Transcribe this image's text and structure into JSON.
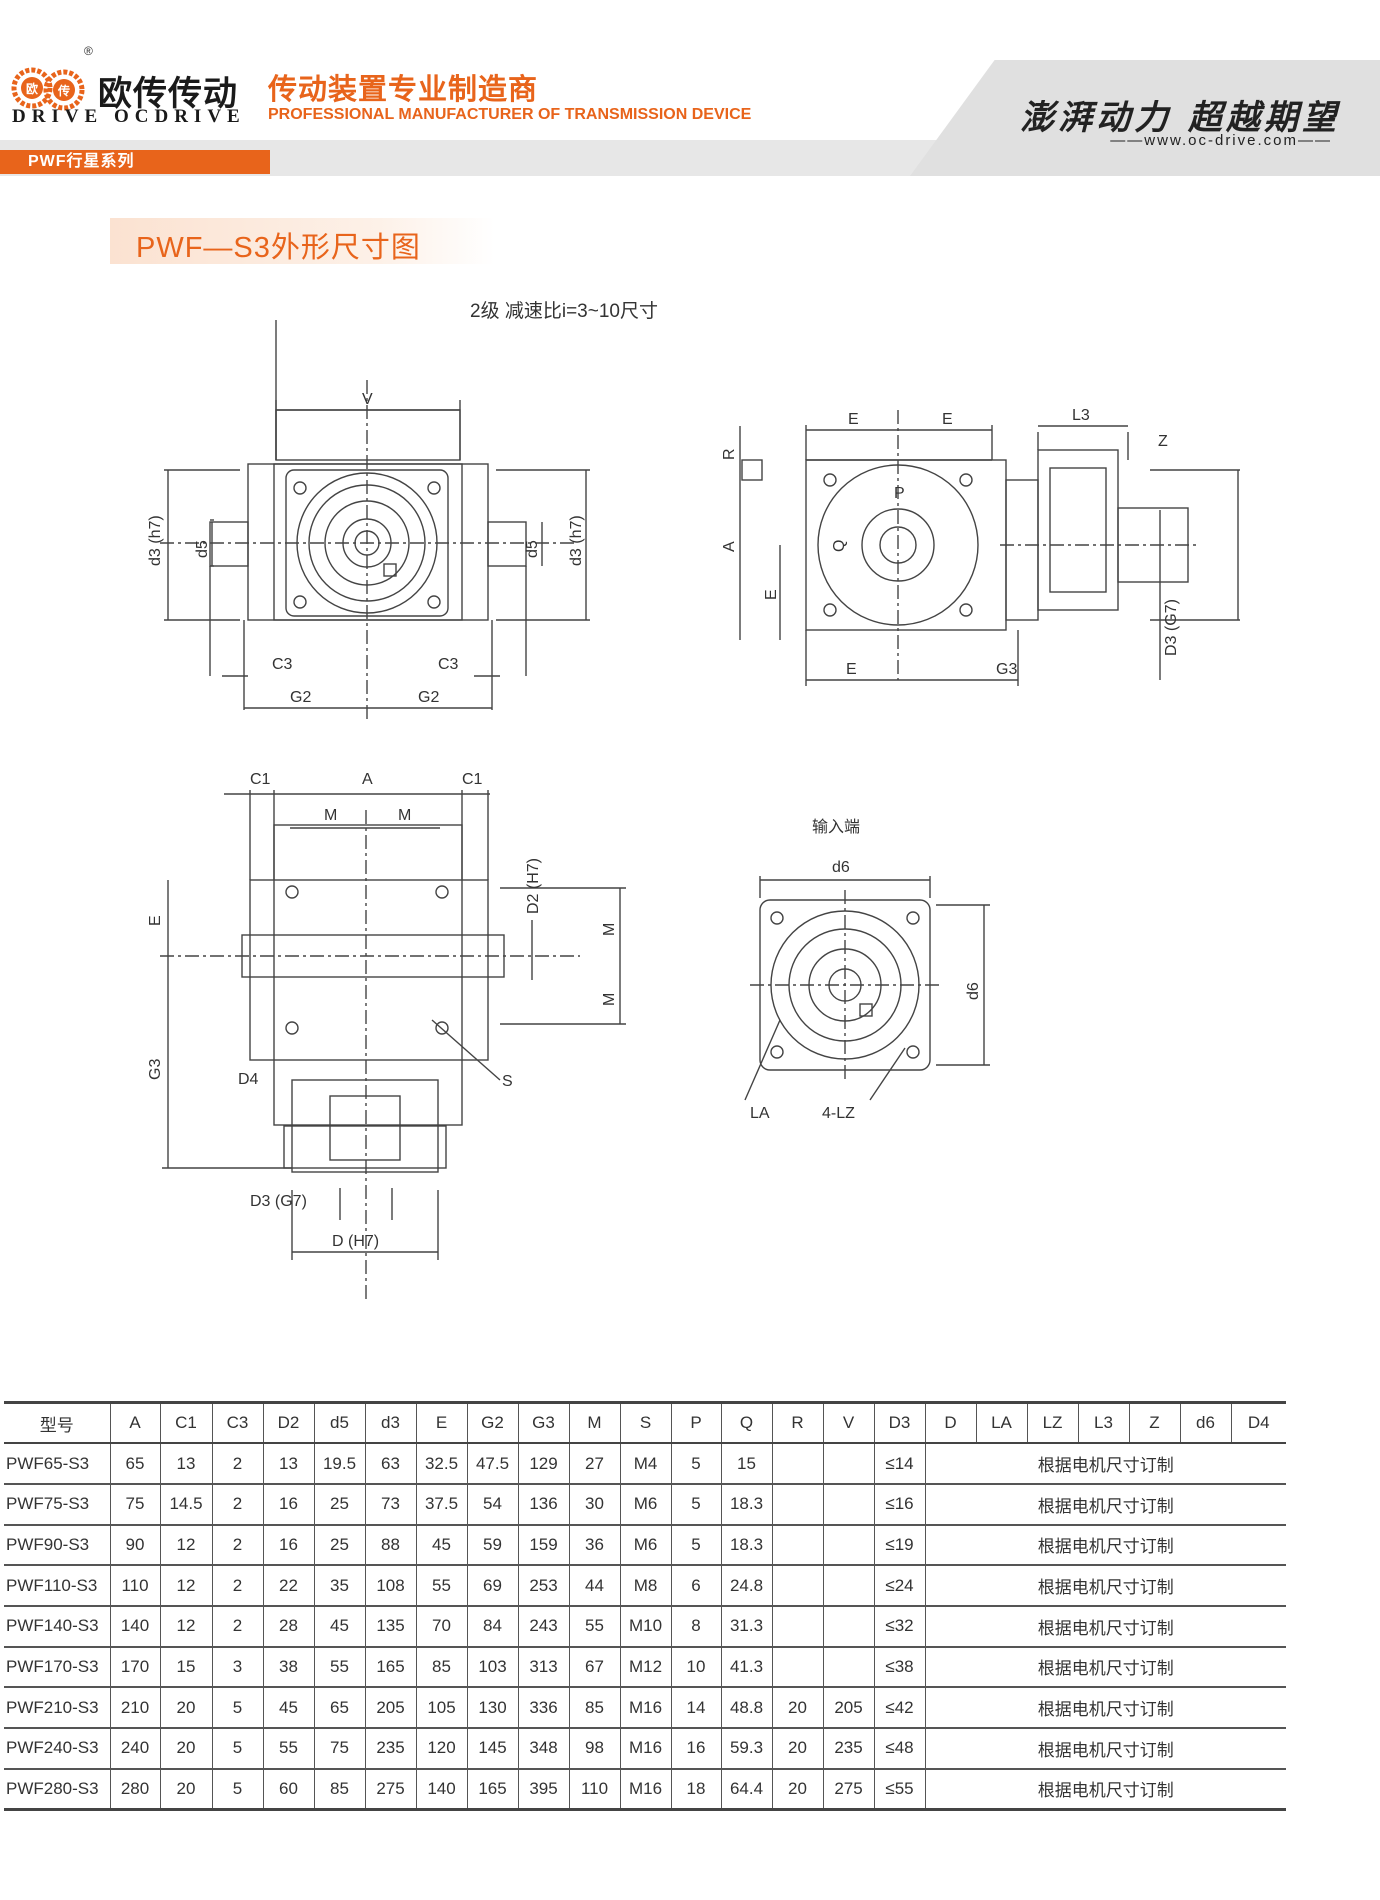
{
  "header": {
    "brand_cn": "欧传传动",
    "brand_en": "DRIVE OCDRIVE",
    "logo_text": "欧传",
    "registered_mark": "®",
    "tagline_cn": "传动装置专业制造商",
    "tagline_en": "PROFESSIONAL MANUFACTURER OF TRANSMISSION DEVICE",
    "slogan": "澎湃动力 超越期望",
    "website": "www.oc-drive.com",
    "series_tab": "PWF行星系列",
    "colors": {
      "accent": "#e8641b",
      "text": "#333333",
      "header_grey": "#e7e7e7"
    }
  },
  "page": {
    "title": "PWF—S3外形尺寸图",
    "subtitle": "2级  减速比i=3~10尺寸"
  },
  "drawings": {
    "front_view": {
      "labels": [
        "V",
        "d3 (h7)",
        "d5",
        "d5",
        "d3 (h7)",
        "C3",
        "C3",
        "G2",
        "G2"
      ]
    },
    "side_view": {
      "labels": [
        "E",
        "E",
        "L3",
        "R",
        "Z",
        "P",
        "A",
        "Q",
        "E",
        "D3 (G7)",
        "E",
        "G3"
      ]
    },
    "top_view": {
      "labels": [
        "C1",
        "A",
        "C1",
        "M",
        "M",
        "D2 (H7)",
        "E",
        "M",
        "M",
        "G3",
        "D4",
        "S",
        "D3 (G7)",
        "D (H7)"
      ]
    },
    "input_view": {
      "title": "输入端",
      "labels": [
        "d6",
        "d6",
        "LA",
        "4-LZ"
      ]
    }
  },
  "table": {
    "headers": [
      "型号",
      "A",
      "C1",
      "C3",
      "D2",
      "d5",
      "d3",
      "E",
      "G2",
      "G3",
      "M",
      "S",
      "P",
      "Q",
      "R",
      "V",
      "D3",
      "D",
      "LA",
      "LZ",
      "L3",
      "Z",
      "d6",
      "D4"
    ],
    "custom_note": "根据电机尺寸订制",
    "rows": [
      [
        "PWF65-S3",
        "65",
        "13",
        "2",
        "13",
        "19.5",
        "63",
        "32.5",
        "47.5",
        "129",
        "27",
        "M4",
        "5",
        "15",
        "",
        "",
        "≤14"
      ],
      [
        "PWF75-S3",
        "75",
        "14.5",
        "2",
        "16",
        "25",
        "73",
        "37.5",
        "54",
        "136",
        "30",
        "M6",
        "5",
        "18.3",
        "",
        "",
        "≤16"
      ],
      [
        "PWF90-S3",
        "90",
        "12",
        "2",
        "16",
        "25",
        "88",
        "45",
        "59",
        "159",
        "36",
        "M6",
        "5",
        "18.3",
        "",
        "",
        "≤19"
      ],
      [
        "PWF110-S3",
        "110",
        "12",
        "2",
        "22",
        "35",
        "108",
        "55",
        "69",
        "253",
        "44",
        "M8",
        "6",
        "24.8",
        "",
        "",
        "≤24"
      ],
      [
        "PWF140-S3",
        "140",
        "12",
        "2",
        "28",
        "45",
        "135",
        "70",
        "84",
        "243",
        "55",
        "M10",
        "8",
        "31.3",
        "",
        "",
        "≤32"
      ],
      [
        "PWF170-S3",
        "170",
        "15",
        "3",
        "38",
        "55",
        "165",
        "85",
        "103",
        "313",
        "67",
        "M12",
        "10",
        "41.3",
        "",
        "",
        "≤38"
      ],
      [
        "PWF210-S3",
        "210",
        "20",
        "5",
        "45",
        "65",
        "205",
        "105",
        "130",
        "336",
        "85",
        "M16",
        "14",
        "48.8",
        "20",
        "205",
        "≤42"
      ],
      [
        "PWF240-S3",
        "240",
        "20",
        "5",
        "55",
        "75",
        "235",
        "120",
        "145",
        "348",
        "98",
        "M16",
        "16",
        "59.3",
        "20",
        "235",
        "≤48"
      ],
      [
        "PWF280-S3",
        "280",
        "20",
        "5",
        "60",
        "85",
        "275",
        "140",
        "165",
        "395",
        "110",
        "M16",
        "18",
        "64.4",
        "20",
        "275",
        "≤55"
      ]
    ]
  }
}
